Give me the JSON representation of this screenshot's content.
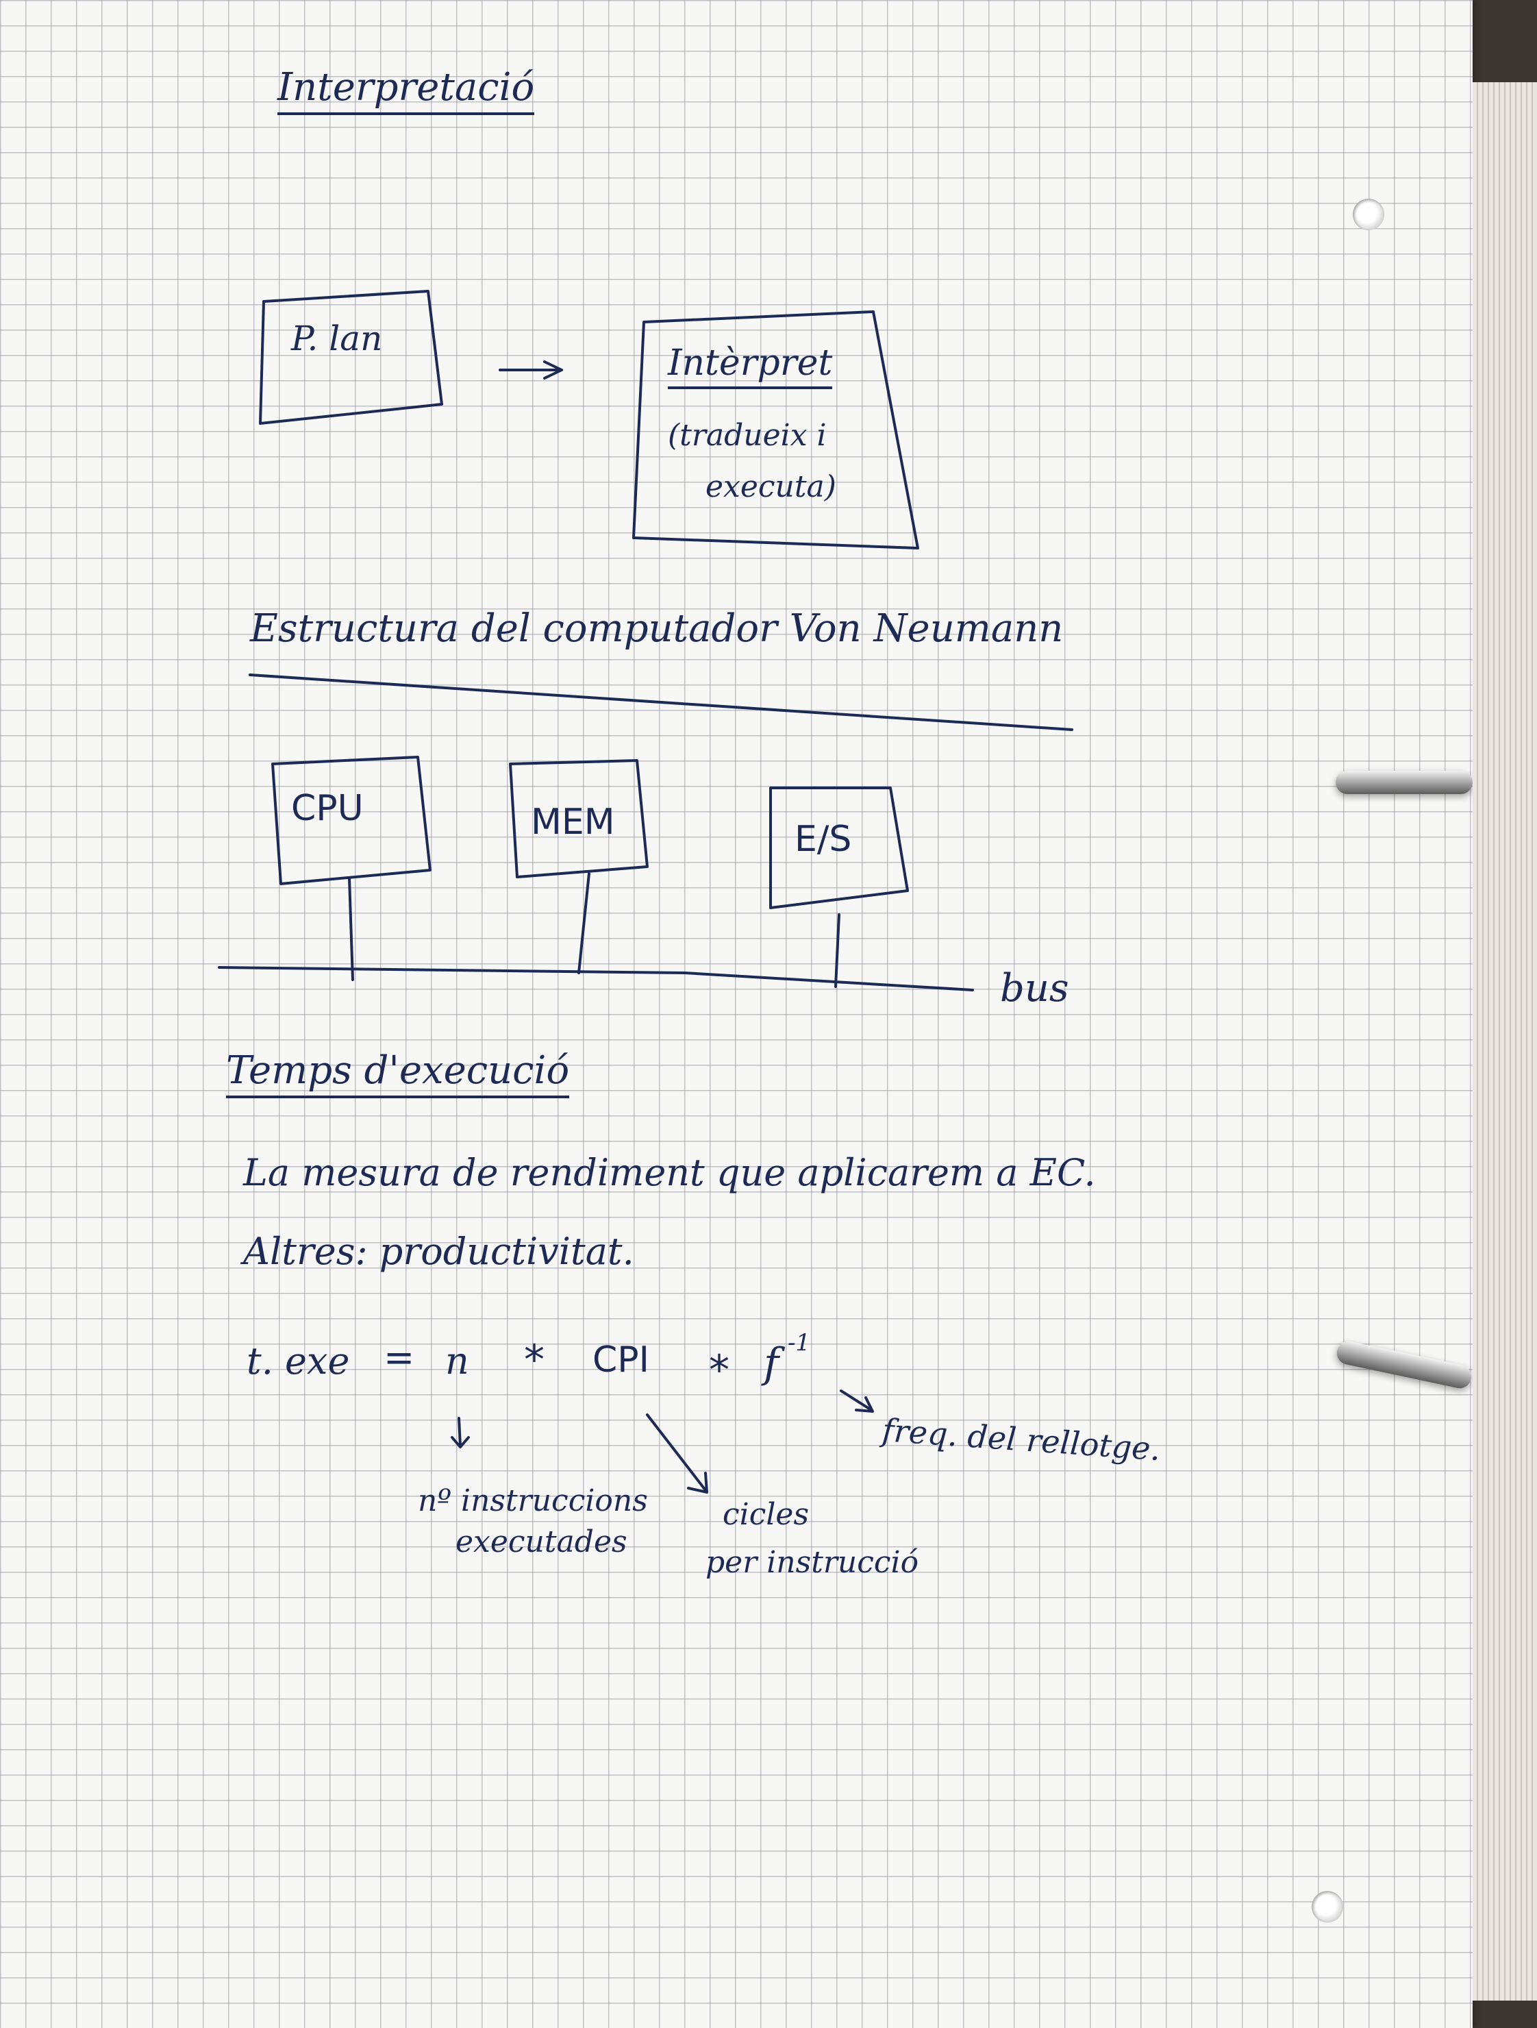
{
  "sections": {
    "interpretation": {
      "title": "Interpretació",
      "box1_label": "P. lan",
      "box2_title": "Intèrpret",
      "box2_line2": "(tradueix i",
      "box2_line3": "executa)"
    },
    "von_neumann": {
      "title": "Estructura del computador Von Neumann",
      "cpu_label": "CPU",
      "mem_label": "MEM",
      "io_label": "E/S",
      "bus_label": "bus"
    },
    "exec_time": {
      "title": "Temps d'execució",
      "line1": "La mesura de rendiment que aplicarem a EC.",
      "line2": "Altres: productivitat.",
      "formula_lhs": "t. exe",
      "formula_eq": "=",
      "formula_n": "n",
      "formula_times1": "*",
      "formula_cpi": "CPI",
      "formula_times2": "*",
      "formula_f": "f",
      "formula_exp": "-1",
      "note_f": "freq. del rellotge.",
      "note_n_1": "nº instruccions",
      "note_n_2": "executades",
      "note_cpi_1": "cicles",
      "note_cpi_2": "per instrucció"
    }
  },
  "colors": {
    "ink": "#1d2a55",
    "paper": "#f7f7f5",
    "grid": "#9696a0"
  }
}
